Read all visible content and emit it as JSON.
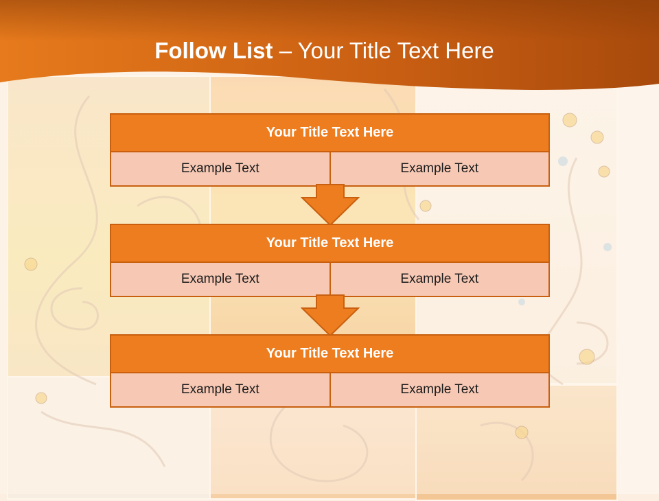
{
  "slide": {
    "title_bold": "Follow List",
    "title_rest": " – Your Title Text Here"
  },
  "steps": [
    {
      "title": "Your Title Text Here",
      "cells": [
        "Example Text",
        "Example Text"
      ]
    },
    {
      "title": "Your Title Text Here",
      "cells": [
        "Example Text",
        "Example Text"
      ]
    },
    {
      "title": "Your Title Text Here",
      "cells": [
        "Example Text",
        "Example Text"
      ]
    }
  ],
  "colors": {
    "header_orange": "#e2731a",
    "header_dark": "#8d3f0a",
    "box_fill": "#ee7d1f",
    "box_border": "#c86010",
    "cell_fill": "#f7c9b5"
  }
}
